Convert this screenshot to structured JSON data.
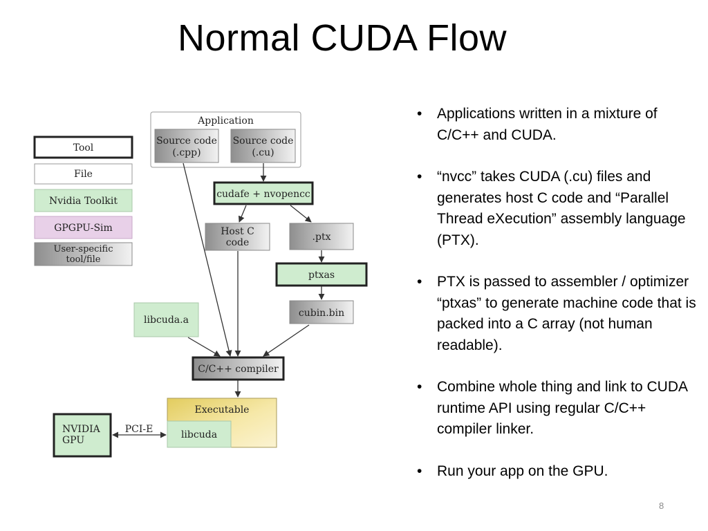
{
  "slide": {
    "title": "Normal CUDA Flow",
    "page_number": "8"
  },
  "bullets": [
    "Applications written in a mixture of C/C++ and CUDA.",
    "“nvcc” takes CUDA (.cu) files and generates host C code and “Parallel Thread eXecution” assembly language (PTX).",
    "PTX is passed to assembler / optimizer “ptxas” to generate machine code that is packed into a C array (not human readable).",
    "Combine whole thing and link to CUDA runtime API using regular C/C++ compiler linker.",
    "Run your app on the GPU."
  ],
  "legend": {
    "tool": "Tool",
    "file": "File",
    "nvidia_toolkit": "Nvidia Toolkit",
    "gpgpu_sim": "GPGPU-Sim",
    "user_specific_line1": "User-specific",
    "user_specific_line2": "tool/file"
  },
  "diagram": {
    "application": "Application",
    "source_cpp_line1": "Source code",
    "source_cpp_line2": "(.cpp)",
    "source_cu_line1": "Source code",
    "source_cu_line2": "(.cu)",
    "cudafe": "cudafe + nvopencc",
    "host_c_line1": "Host C",
    "host_c_line2": "code",
    "ptx": ".ptx",
    "ptxas": "ptxas",
    "cubin": "cubin.bin",
    "libcuda_a": "libcuda.a",
    "compiler": "C/C++ compiler",
    "executable": "Executable",
    "libcuda": "libcuda",
    "pcie": "PCI-E",
    "gpu_line1": "NVIDIA",
    "gpu_line2": "GPU"
  },
  "colors": {
    "toolkit_green": "#cfeccf",
    "gpgpu_pink": "#e8d0e8",
    "executable_yellow": "#f5e39a",
    "tool_border": "#222222"
  }
}
